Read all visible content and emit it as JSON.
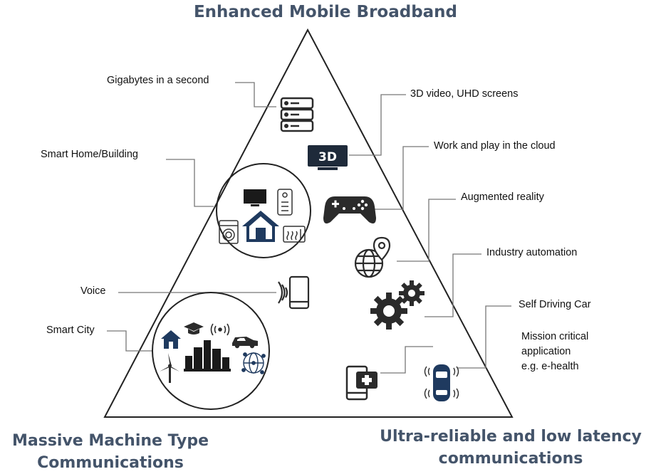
{
  "titles": {
    "top": "Enhanced Mobile Broadband",
    "bottom_left_line1": "Massive Machine Type",
    "bottom_left_line2": "Communications",
    "bottom_right_line1": "Ultra-reliable and low latency",
    "bottom_right_line2": "communications"
  },
  "labels": {
    "gigabytes": "Gigabytes in a second",
    "video_3d": "3D video, UHD screens",
    "cloud": "Work and play in the cloud",
    "smart_home": "Smart Home/Building",
    "ar": "Augmented reality",
    "industry": "Industry automation",
    "voice": "Voice",
    "self_driving": "Self Driving Car",
    "smart_city": "Smart City",
    "mission_line1": "Mission critical",
    "mission_line2": "application",
    "mission_line3": "e.g. e-health"
  },
  "icons": {
    "tv_3d_text": "3D"
  },
  "colors": {
    "title": "#44546a",
    "icon_dark": "#2b2b2b",
    "icon_blue": "#1f3a5f",
    "line": "#555555"
  }
}
